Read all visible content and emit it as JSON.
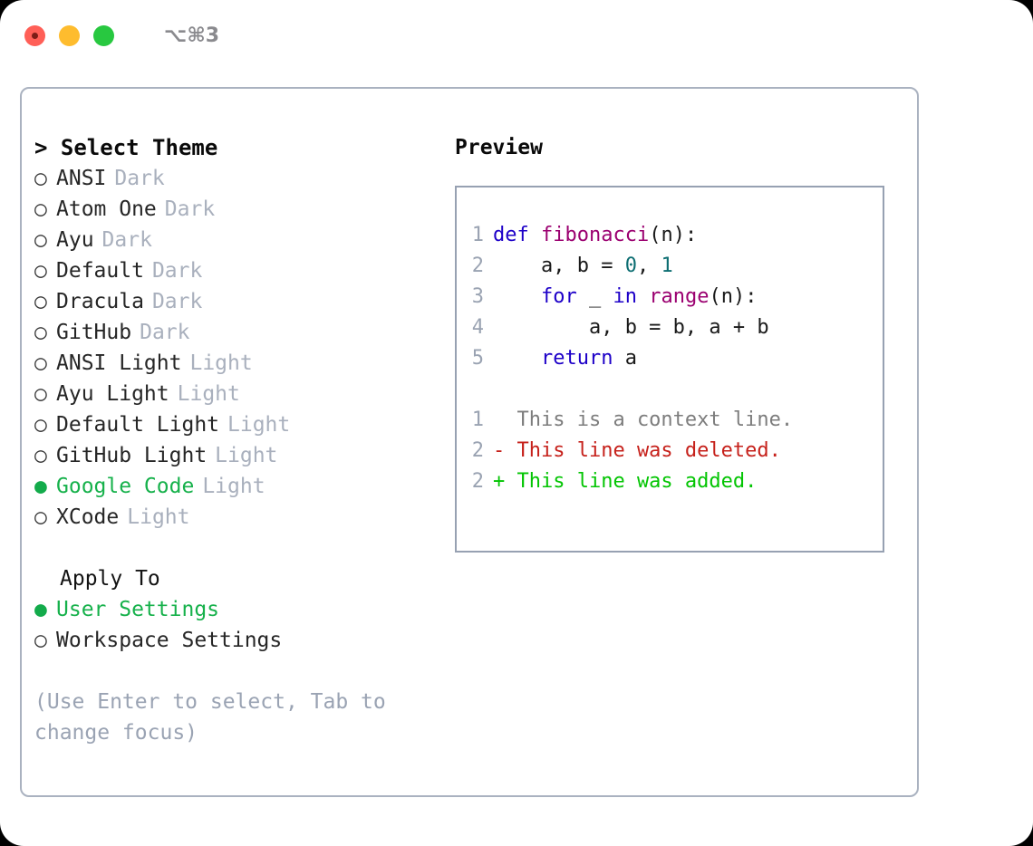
{
  "window": {
    "shortcut": "⌥⌘3",
    "traffic_lights": [
      {
        "name": "close",
        "color": "#ff5f57"
      },
      {
        "name": "minimize",
        "color": "#febc2e"
      },
      {
        "name": "maximize",
        "color": "#28c840"
      }
    ]
  },
  "theme_picker": {
    "header": "> Select Theme",
    "bullet_empty": "○",
    "bullet_filled": "●",
    "options": [
      {
        "label": "ANSI",
        "variant": "Dark",
        "selected": false
      },
      {
        "label": "Atom One",
        "variant": "Dark",
        "selected": false
      },
      {
        "label": "Ayu",
        "variant": "Dark",
        "selected": false
      },
      {
        "label": "Default",
        "variant": "Dark",
        "selected": false
      },
      {
        "label": "Dracula",
        "variant": "Dark",
        "selected": false
      },
      {
        "label": "GitHub",
        "variant": "Dark",
        "selected": false
      },
      {
        "label": "ANSI Light",
        "variant": "Light",
        "selected": false
      },
      {
        "label": "Ayu Light",
        "variant": "Light",
        "selected": false
      },
      {
        "label": "Default Light",
        "variant": "Light",
        "selected": false
      },
      {
        "label": "GitHub Light",
        "variant": "Light",
        "selected": false
      },
      {
        "label": "Google Code",
        "variant": "Light",
        "selected": true
      },
      {
        "label": "XCode",
        "variant": "Light",
        "selected": false
      }
    ]
  },
  "apply_to": {
    "header": "Apply To",
    "options": [
      {
        "label": "User Settings",
        "selected": true
      },
      {
        "label": "Workspace Settings",
        "selected": false
      }
    ]
  },
  "hint": "(Use Enter to select, Tab to change focus)",
  "preview": {
    "header": "Preview",
    "code_lines": [
      {
        "number": "1",
        "tokens": [
          {
            "text": "def ",
            "type": "kw"
          },
          {
            "text": "fibonacci",
            "type": "fn"
          },
          {
            "text": "(n):",
            "type": "pl"
          }
        ]
      },
      {
        "number": "2",
        "tokens": [
          {
            "text": "    a, b = ",
            "type": "pl"
          },
          {
            "text": "0",
            "type": "num"
          },
          {
            "text": ", ",
            "type": "pl"
          },
          {
            "text": "1",
            "type": "num"
          }
        ]
      },
      {
        "number": "3",
        "tokens": [
          {
            "text": "    ",
            "type": "pl"
          },
          {
            "text": "for",
            "type": "kw"
          },
          {
            "text": " _ ",
            "type": "pl"
          },
          {
            "text": "in",
            "type": "kw"
          },
          {
            "text": " ",
            "type": "pl"
          },
          {
            "text": "range",
            "type": "fn"
          },
          {
            "text": "(n):",
            "type": "pl"
          }
        ]
      },
      {
        "number": "4",
        "tokens": [
          {
            "text": "        a, b = b, a + b",
            "type": "pl"
          }
        ]
      },
      {
        "number": "5",
        "tokens": [
          {
            "text": "    ",
            "type": "pl"
          },
          {
            "text": "return",
            "type": "kw"
          },
          {
            "text": " a",
            "type": "pl"
          }
        ]
      }
    ],
    "diff_lines": [
      {
        "number": "1",
        "marker": "  ",
        "text": "This is a context line.",
        "kind": "ctx"
      },
      {
        "number": "2",
        "marker": "- ",
        "text": "This line was deleted.",
        "kind": "del"
      },
      {
        "number": "2",
        "marker": "+ ",
        "text": "This line was added.",
        "kind": "add"
      }
    ]
  },
  "colors": {
    "accent_green": "#16b14b",
    "diff_add": "#03c503",
    "diff_del": "#c6211b",
    "keyword": "#1d00c8",
    "function": "#9b0070",
    "number": "#0d6e72",
    "muted": "#a9b0bd",
    "border": "#aab2c0"
  }
}
